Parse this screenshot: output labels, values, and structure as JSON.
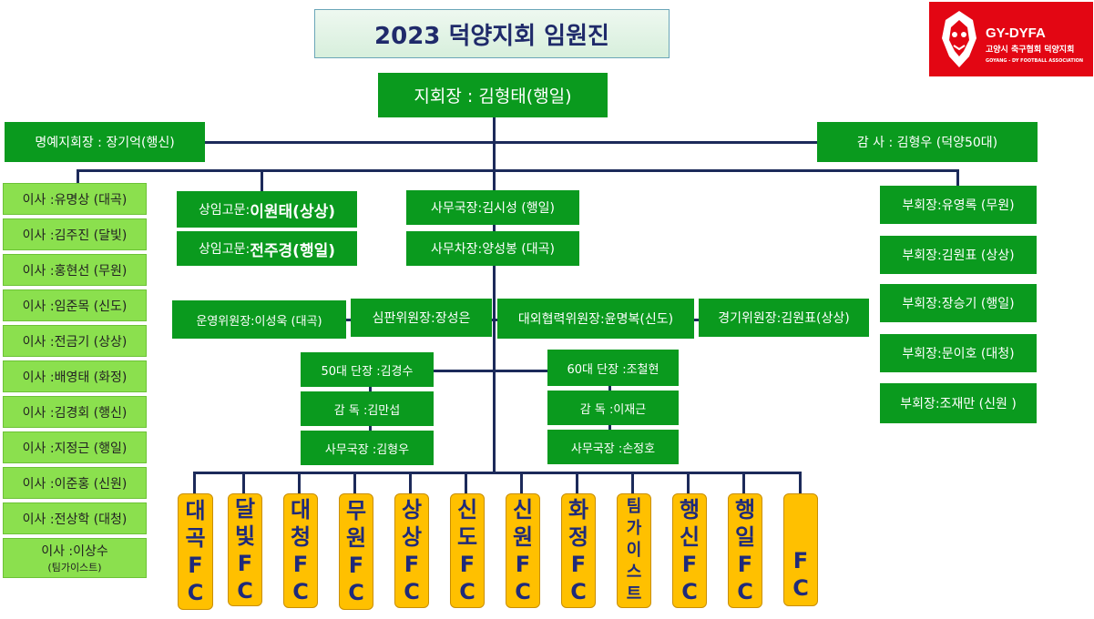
{
  "title": "2023  덕양지회 임원진",
  "logo": {
    "abbr": "GY-DYFA",
    "name_kr": "고양시 축구협회 덕양지회",
    "name_en": "GOYANG - DY FOOTBALL ASSOCIATION"
  },
  "chairman": "지회장 : 김형태(행일)",
  "honorary": "명예지회장 : 장기억(행신)",
  "auditor": "감  사 : 김형우 (덕양50대)",
  "directors": [
    "이사 :유명상 (대곡)",
    "이사 :김주진 (달빛)",
    "이사 :홍현선 (무원)",
    "이사 :임준목 (신도)",
    "이사 :전금기 (상상)",
    "이사 :배영태 (화정)",
    "이사 :김경회 (행신)",
    "이사 :지정근 (행일)",
    "이사 :이준홍 (신원)",
    "이사 :전상학 (대청)"
  ],
  "director_last": {
    "line1": "이사 :이상수",
    "line2": "(팀가이스트)"
  },
  "advisors": [
    {
      "prefix": "상임고문:",
      "name": "이원태(상상)"
    },
    {
      "prefix": "상임고문:",
      "name": "전주경(행일)"
    }
  ],
  "secretariat": {
    "general": "사무국장:김시성 (행일)",
    "deputy": "사무차장:양성봉 (대곡)"
  },
  "vice_chairs": [
    "부회장:유영록 (무원)",
    "부회장:김원표 (상상)",
    "부회장:장승기 (행일)",
    "부회장:문이호 (대청)",
    "부회장:조재만 (신원 )"
  ],
  "committees": [
    "운영위원장:이성욱 (대곡)",
    "심판위원장:장성은",
    "대외협력위원장:윤명복(신도)",
    "경기위원장:김원표(상상)"
  ],
  "age50": {
    "head": "50대 단장 :김경수",
    "coach": "감      독 :김만섭",
    "secretary": "사무국장 :김형우"
  },
  "age60": {
    "head": "60대 단장 :조철현",
    "coach": "감      독 :이재근",
    "secretary": "사무국장 :손정호"
  },
  "clubs": [
    [
      "대",
      "곡",
      "F",
      "C"
    ],
    [
      "달",
      "빛",
      "F",
      "C"
    ],
    [
      "대",
      "청",
      "F",
      "C"
    ],
    [
      "무",
      "원",
      "F",
      "C"
    ],
    [
      "상",
      "상",
      "F",
      "C"
    ],
    [
      "신",
      "도",
      "F",
      "C"
    ],
    [
      "신",
      "원",
      "F",
      "C"
    ],
    [
      "화",
      "정",
      "F",
      "C"
    ],
    [
      "팀",
      "가",
      "이",
      "스",
      "트"
    ],
    [
      "행",
      "신",
      "F",
      "C"
    ],
    [
      "행",
      "일",
      "F",
      "C"
    ],
    [
      "F",
      "C"
    ]
  ],
  "colors": {
    "dark_green": "#0a9a1e",
    "light_green": "#8be04e",
    "club_yellow": "#ffc000",
    "line": "#1c2a5a",
    "logo_red": "#e30613"
  }
}
